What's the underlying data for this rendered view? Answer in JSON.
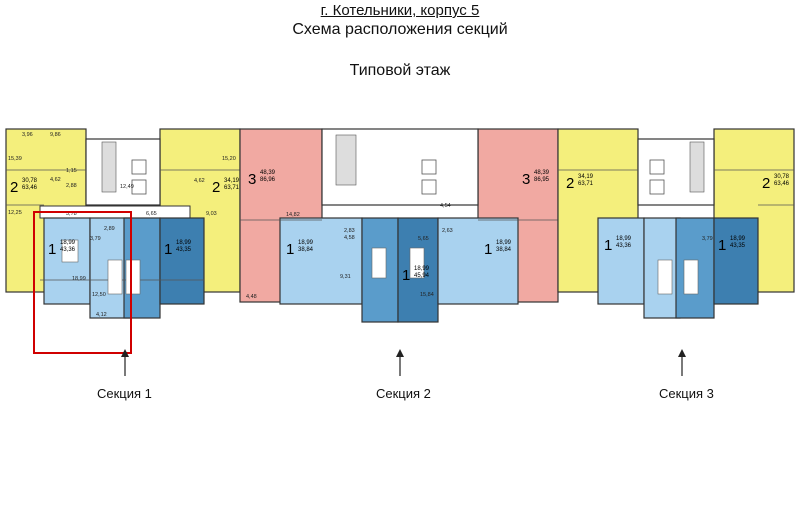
{
  "header": {
    "title_line1": "г. Котельники, корпус 5",
    "title_line2": "Схема расположения секций",
    "title_line3": "Типовой этаж"
  },
  "sections": [
    {
      "label": "Секция 1"
    },
    {
      "label": "Секция 2"
    },
    {
      "label": "Секция 3"
    }
  ],
  "colors": {
    "yellow": "#f4ef7c",
    "salmon": "#f1a9a2",
    "light_blue": "#a9d2ef",
    "mid_blue": "#5a9ccb",
    "dark_blue": "#3d7fb0",
    "selection": "#d00000"
  },
  "apartments": [
    {
      "rooms": "2",
      "total": "30,78",
      "living": "63,46"
    },
    {
      "rooms": "2",
      "total": "34,19",
      "living": "63,71"
    },
    {
      "rooms": "1",
      "total": "18,99",
      "living": "43,36"
    },
    {
      "rooms": "1",
      "total": "18,99",
      "living": "43,35"
    },
    {
      "rooms": "3",
      "total": "48,39",
      "living": "86,96"
    },
    {
      "rooms": "1",
      "total": "18,99",
      "living": "38,84"
    },
    {
      "rooms": "1",
      "total": "18,99",
      "living": "45,94"
    },
    {
      "rooms": "1",
      "total": "18,99",
      "living": "38,84"
    },
    {
      "rooms": "3",
      "total": "48,39",
      "living": "86,95"
    },
    {
      "rooms": "2",
      "total": "34,19",
      "living": "63,71"
    },
    {
      "rooms": "2",
      "total": "30,78",
      "living": "63,46"
    },
    {
      "rooms": "1",
      "total": "18,99",
      "living": "43,36"
    },
    {
      "rooms": "1",
      "total": "18,99",
      "living": "43,35"
    }
  ],
  "dimensions": [
    "3,96",
    "9,86",
    "15,39",
    "4,62",
    "1,15",
    "2,88",
    "12,25",
    "3,78",
    "12,49",
    "6,65",
    "9,03",
    "15,20",
    "4,62",
    "18,99",
    "2,89",
    "3,79",
    "12,50",
    "4,12",
    "14,82",
    "4,48",
    "2,83",
    "4,58",
    "9,31",
    "5,65",
    "4,54",
    "15,84",
    "2,63",
    "3,79"
  ]
}
